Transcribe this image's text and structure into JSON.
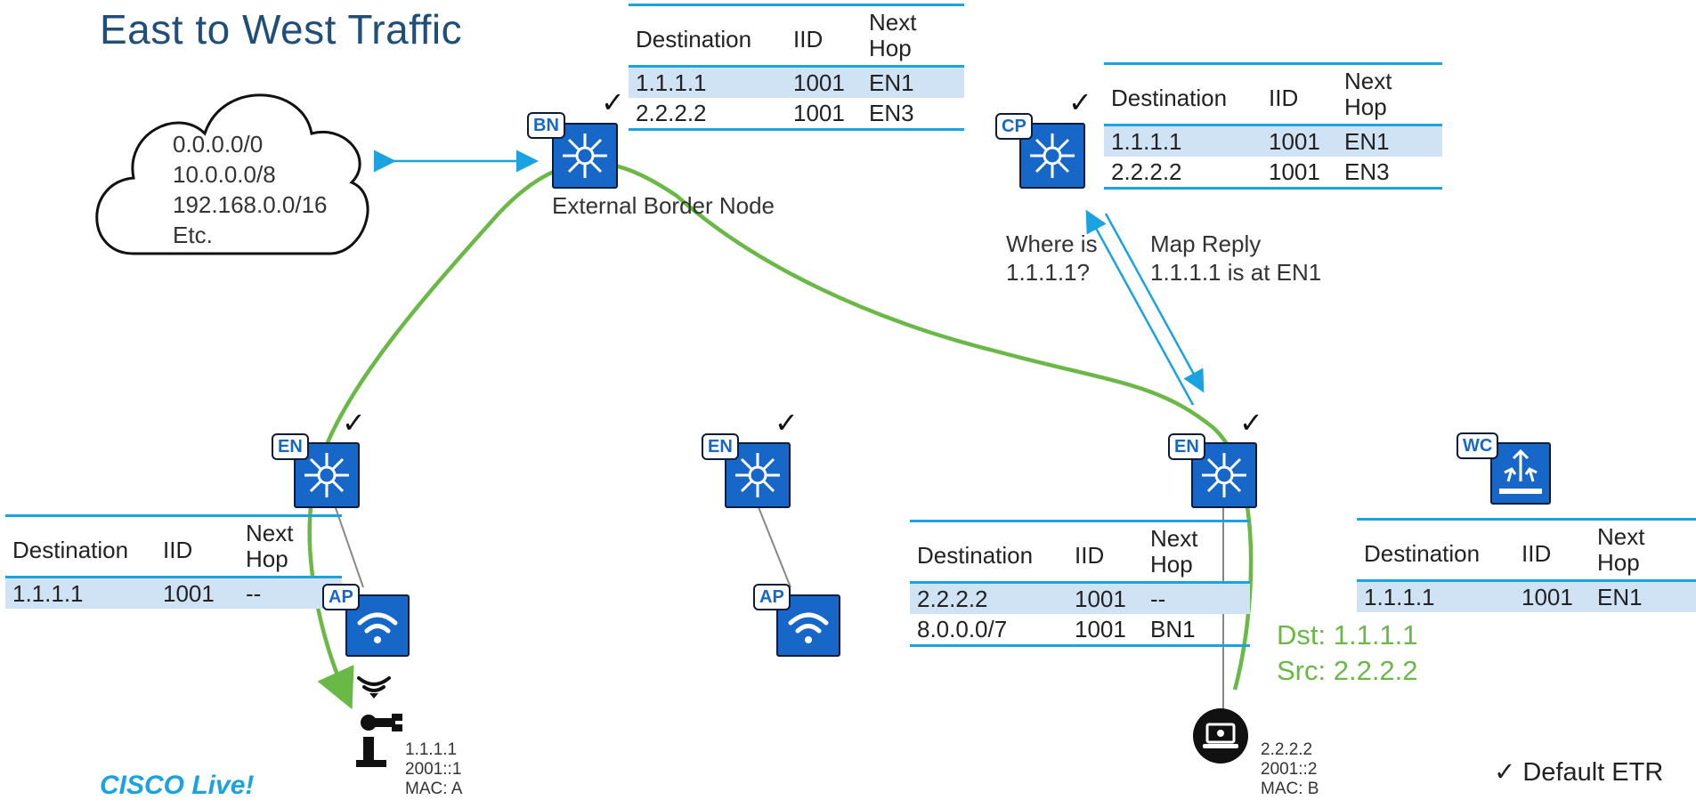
{
  "title": "East to West Traffic",
  "cloud": {
    "lines": [
      "0.0.0.0/0",
      "10.0.0.0/8",
      "192.168.0.0/16",
      "Etc."
    ]
  },
  "nodes": {
    "bn": {
      "badge": "BN",
      "label": "External Border Node"
    },
    "cp": {
      "badge": "CP"
    },
    "en1": {
      "badge": "EN"
    },
    "en2": {
      "badge": "EN"
    },
    "en3": {
      "badge": "EN"
    },
    "wc": {
      "badge": "WC"
    },
    "ap1": {
      "badge": "AP"
    },
    "ap2": {
      "badge": "AP"
    }
  },
  "check": "✓",
  "table_headers": {
    "dest": "Destination",
    "iid": "IID",
    "next1": "Next",
    "next2": "Hop"
  },
  "tables": {
    "bn": [
      {
        "dest": "1.1.1.1",
        "iid": "1001",
        "next": "EN1"
      },
      {
        "dest": "2.2.2.2",
        "iid": "1001",
        "next": "EN3"
      }
    ],
    "cp": [
      {
        "dest": "1.1.1.1",
        "iid": "1001",
        "next": "EN1"
      },
      {
        "dest": "2.2.2.2",
        "iid": "1001",
        "next": "EN3"
      }
    ],
    "en1": [
      {
        "dest": "1.1.1.1",
        "iid": "1001",
        "next": "--"
      }
    ],
    "en3": [
      {
        "dest": "2.2.2.2",
        "iid": "1001",
        "next": "--"
      },
      {
        "dest": "8.0.0.0/7",
        "iid": "1001",
        "next": "BN1"
      }
    ],
    "wc": [
      {
        "dest": "1.1.1.1",
        "iid": "1001",
        "next": "EN1"
      }
    ]
  },
  "map_request": {
    "line1": "Where is",
    "line2": "1.1.1.1?"
  },
  "map_reply": {
    "line1": "Map Reply",
    "line2": "1.1.1.1 is at EN1"
  },
  "packet": {
    "dst": "Dst: 1.1.1.1",
    "src": "Src: 2.2.2.2"
  },
  "host1": {
    "ip": "1.1.1.1",
    "ipv6": "2001::1",
    "mac": "MAC: A"
  },
  "host2": {
    "ip": "2.2.2.2",
    "ipv6": "2001::2",
    "mac": "MAC: B"
  },
  "legend": {
    "text": "✓ Default ETR"
  },
  "logo": {
    "text": "CISCO Live!"
  },
  "colors": {
    "node_blue": "#1767c9",
    "arrow_blue": "#1aa3e0",
    "path_green": "#6ab845",
    "row_highlight": "#cfe3f5"
  }
}
